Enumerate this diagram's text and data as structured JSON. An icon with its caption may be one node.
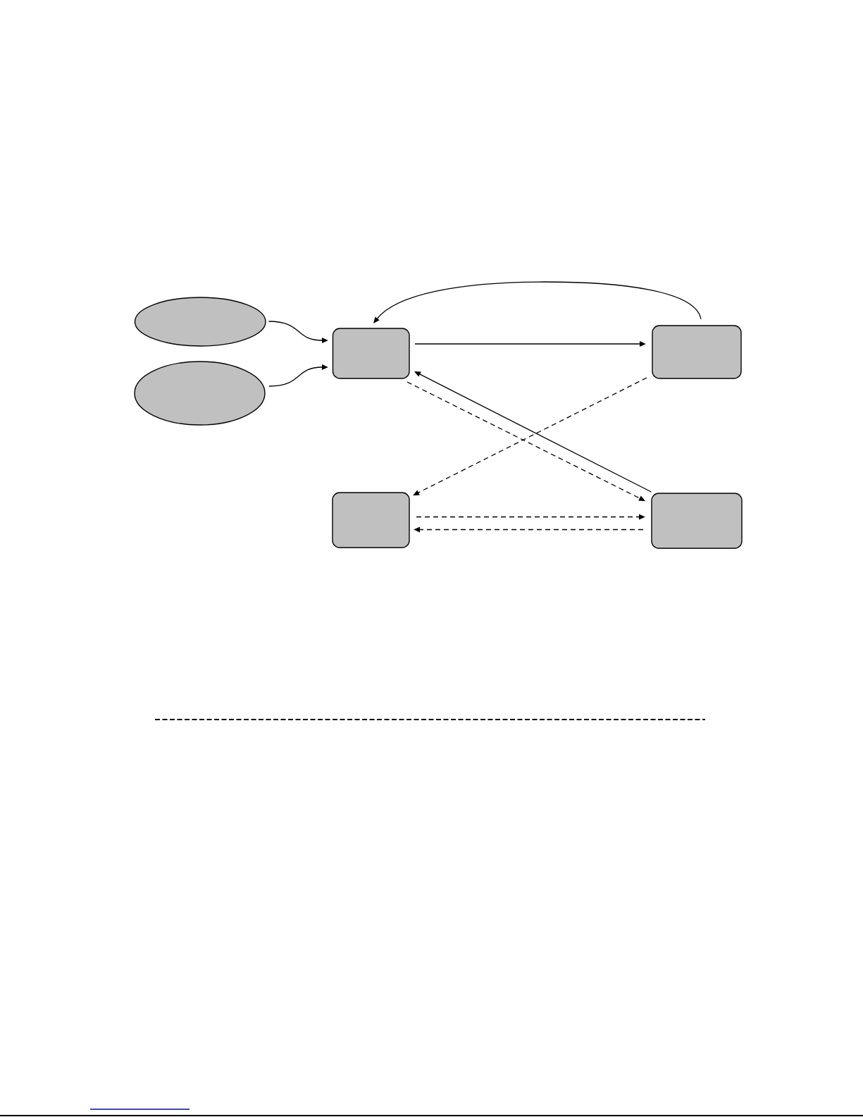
{
  "diagram": {
    "nodes": [
      {
        "text": [],
        "shape": "ellipse"
      },
      {
        "text": [],
        "shape": "ellipse"
      },
      {
        "text": [],
        "shape": "box"
      },
      {
        "text": [],
        "shape": "box"
      },
      {
        "text": [],
        "shape": "box"
      },
      {
        "text": [],
        "shape": "box"
      }
    ],
    "edges": [
      {
        "from": 0,
        "to": 2,
        "arrow": "to"
      },
      {
        "from": 1,
        "to": 2,
        "arrow": "to"
      },
      {
        "from": 2,
        "to": 3,
        "arrow": "to"
      },
      {
        "from": 3,
        "to": 2,
        "arrow": "to"
      },
      {
        "from": 2,
        "to": 5,
        "arrow": "to",
        "style": "dashed"
      },
      {
        "from": 5,
        "to": 2,
        "arrow": "to"
      },
      {
        "from": 3,
        "to": 4,
        "arrow": "to",
        "style": "dashed"
      },
      {
        "from": 4,
        "to": 5,
        "arrow": "to",
        "style": "dashed"
      },
      {
        "from": 5,
        "to": 4,
        "arrow": "to",
        "style": "dashed"
      }
    ]
  }
}
